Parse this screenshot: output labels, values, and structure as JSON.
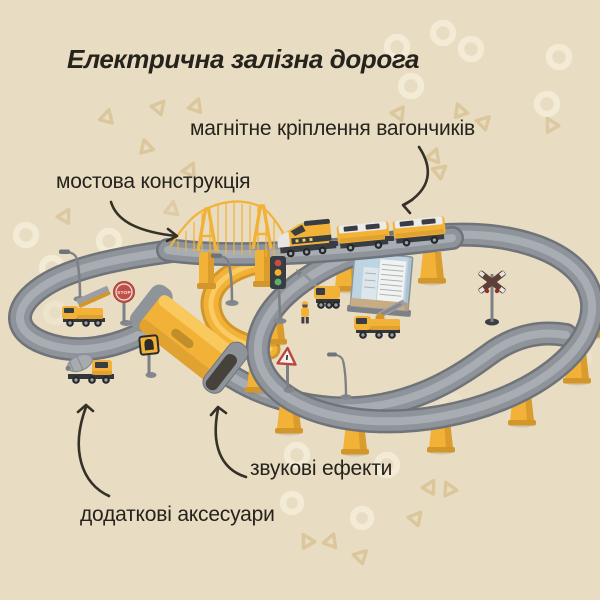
{
  "title": "Електрична залізна дорога",
  "annotations": {
    "magnetic": "магнітне кріплення вагончиків",
    "bridge": "мостова конструкція",
    "sound": "звукові ефекти",
    "accessories": "додаткові аксесуари"
  },
  "scene": {
    "stop_sign_label": "STOP",
    "objects": [
      "suspension-bridge",
      "electric-train",
      "wagons",
      "tunnel",
      "elevated-loop-track",
      "ground-loop-track",
      "traffic-light",
      "street-lamps",
      "stop-sign",
      "tunnel-sign",
      "warning-sign",
      "railroad-crossing-sign",
      "billboard",
      "truck-with-trailer",
      "cement-mixer-truck",
      "excavator",
      "crane-truck",
      "worker-figure"
    ]
  },
  "colors": {
    "background": "#e8dcc2",
    "ring": "#f3ebd6",
    "triangle": "#dcc79d",
    "text": "#26231d",
    "arrow": "#353129",
    "yellow": "#f2b238",
    "yellow_dark": "#d2962a",
    "yellow_light": "#f9cb63",
    "track": "#8f939a",
    "track_dark": "#6f737a",
    "track_light": "#a8acb3",
    "dark": "#383c43",
    "red": "#c14f46",
    "amber": "#f0b429",
    "green": "#57b36a",
    "white": "#efeeea",
    "billboard": "#bdd4e2",
    "metal": "#7d8187",
    "wheel": "#23262a"
  }
}
